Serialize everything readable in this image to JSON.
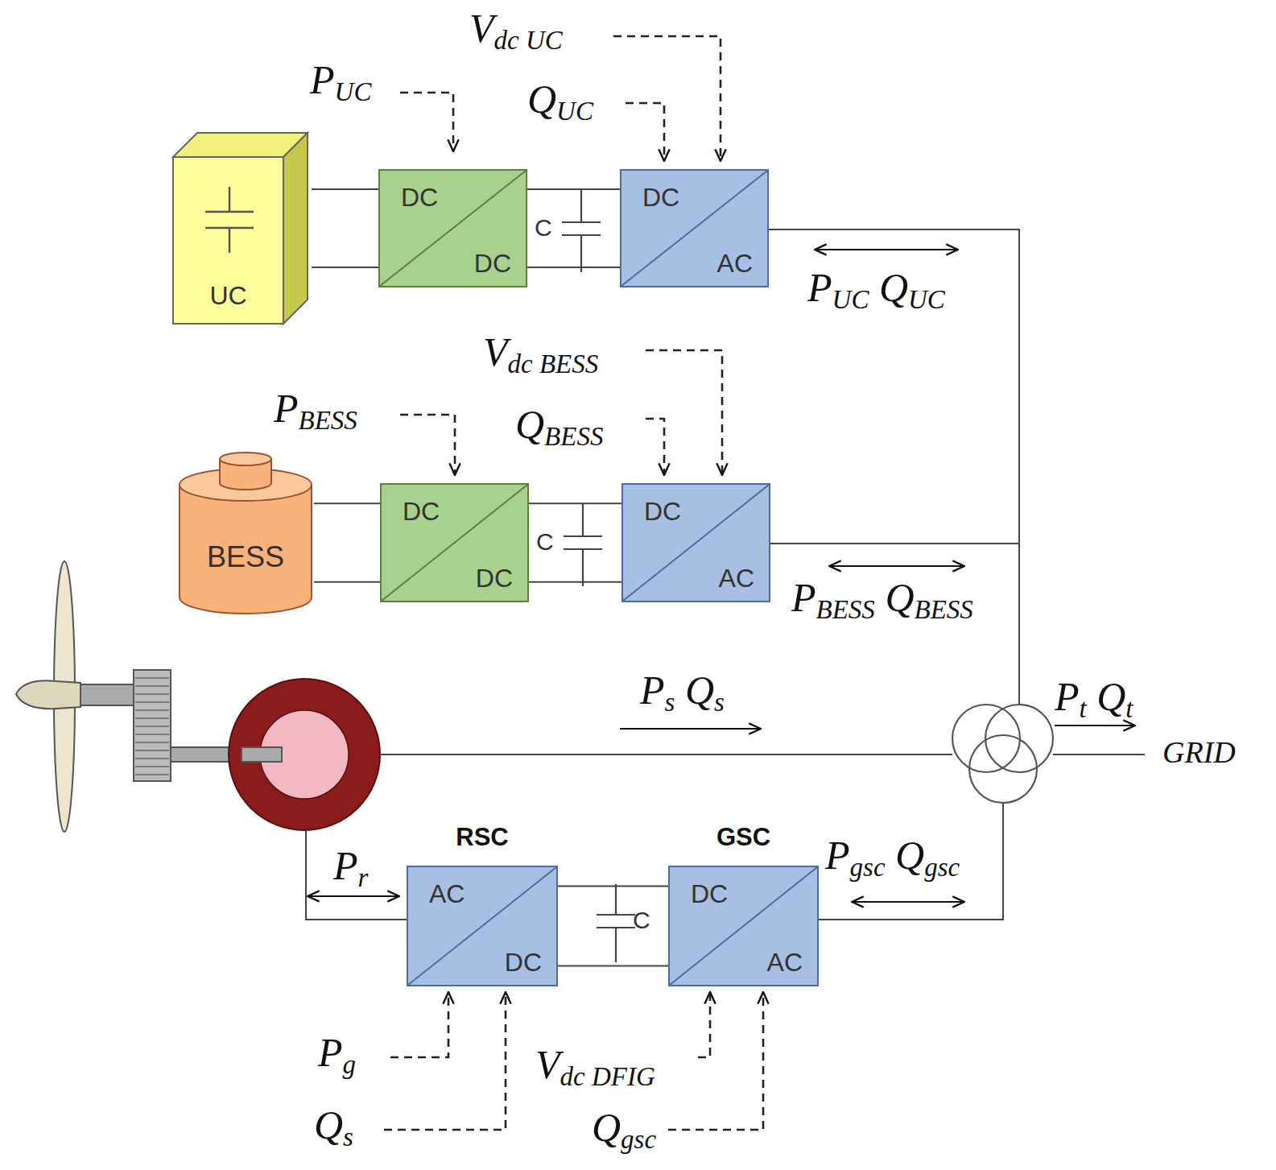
{
  "diagram": {
    "nodes": [
      {
        "text": [
          "UC"
        ]
      },
      {
        "text": [
          "DC",
          "DC"
        ]
      },
      {
        "text": [
          "DC",
          "AC"
        ]
      },
      {
        "text": [
          "BESS"
        ]
      },
      {
        "text": [
          "DC",
          "DC"
        ]
      },
      {
        "text": [
          "DC",
          "AC"
        ]
      },
      {
        "text": [
          "RSC",
          "AC",
          "DC"
        ]
      },
      {
        "text": [
          "GSC",
          "DC",
          "AC"
        ]
      }
    ],
    "edges": [
      {
        "from": 0,
        "to": 1,
        "arrow": "none"
      },
      {
        "from": 1,
        "to": 2,
        "arrow": "none"
      },
      {
        "from": 3,
        "to": 4,
        "arrow": "none"
      },
      {
        "from": 4,
        "to": 5,
        "arrow": "none"
      },
      {
        "from": 6,
        "to": 7,
        "arrow": "none"
      }
    ],
    "labels": [
      "Vdc UC",
      "PUC",
      "QUC",
      "C",
      "PUC QUC",
      "Vdc BESS",
      "PBESS",
      "QBESS",
      "C",
      "PBESS QBESS",
      "Ps Qs",
      "Pt Qt",
      "GRID",
      "Pr",
      "C",
      "Pgsc Qgsc",
      "Pg",
      "Vdc DFIG",
      "Qs",
      "Qgsc"
    ]
  }
}
